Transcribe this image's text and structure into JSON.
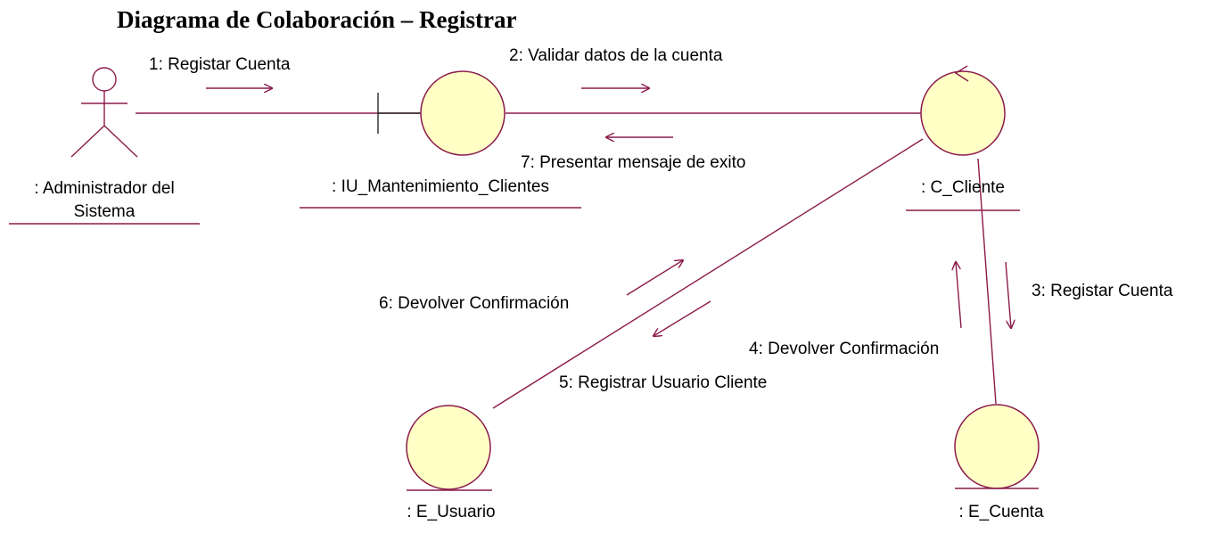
{
  "title": "Diagrama de Colaboración – Registrar",
  "colors": {
    "line": "#8b1a4a",
    "object_fill": "#ffffc6",
    "text": "#000000"
  },
  "objects": {
    "actor": {
      "label_line1": ": Administrador del",
      "label_line2": "Sistema",
      "icon": "actor-icon"
    },
    "boundary": {
      "label": ": IU_Mantenimiento_Clientes",
      "icon": "boundary-icon"
    },
    "control": {
      "label": ": C_Cliente",
      "icon": "control-icon"
    },
    "entity_usuario": {
      "label": ": E_Usuario",
      "icon": "entity-icon"
    },
    "entity_cuenta": {
      "label": ": E_Cuenta",
      "icon": "entity-icon"
    }
  },
  "messages": {
    "m1": "1: Registar Cuenta",
    "m2": "2: Validar datos de la cuenta",
    "m3": "3: Registar Cuenta",
    "m4": "4: Devolver Confirmación",
    "m5": "5: Registrar Usuario Cliente",
    "m6": "6: Devolver Confirmación",
    "m7": "7: Presentar mensaje de exito"
  }
}
